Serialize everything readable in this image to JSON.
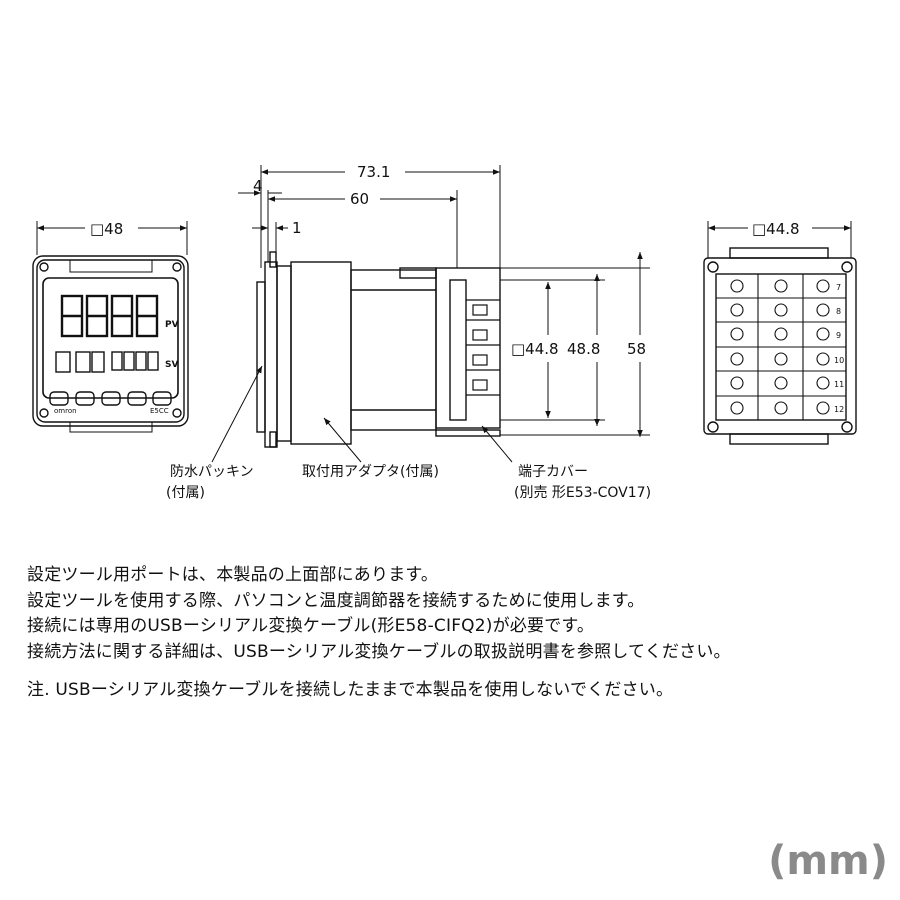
{
  "dimensions": {
    "front_width": "□48",
    "total_depth": "73.1",
    "body_depth": "60",
    "gasket": "4",
    "panel": "1",
    "rear_width": "□44.8",
    "rear_height_inner": "□44.8",
    "rear_height_mid": "48.8",
    "total_height": "58"
  },
  "front_panel": {
    "label_pv": "PV",
    "label_sv": "SV",
    "brand": "omron",
    "model": "E5CC"
  },
  "callouts": {
    "gasket_line1": "防水パッキン",
    "gasket_line2": "(付属)",
    "adapter": "取付用アダプタ(付属)",
    "cover_line1": "端子カバー",
    "cover_line2": "(別売 形E53-COV17)"
  },
  "terminal_numbers": [
    "7",
    "8",
    "9",
    "10",
    "11",
    "12"
  ],
  "notes": [
    "設定ツール用ポートは、本製品の上面部にあります。",
    "設定ツールを使用する際、パソコンと温度調節器を接続するために使用します。",
    "接続には専用のUSBーシリアル変換ケーブル(形E58-CIFQ2)が必要です。",
    "接続方法に関する詳細は、USBーシリアル変換ケーブルの取扱説明書を参照してください。"
  ],
  "caution": "注. USBーシリアル変換ケーブルを接続したままで本製品を使用しないでください。",
  "unit": "(mm)"
}
